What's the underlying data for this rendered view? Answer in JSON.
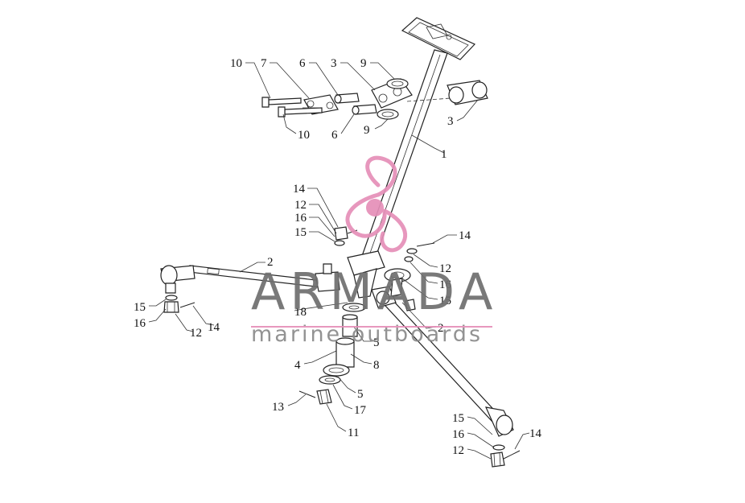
{
  "diagram": {
    "type": "exploded-parts-view",
    "callouts": [
      {
        "id": "c1",
        "label": "1"
      },
      {
        "id": "c2a",
        "label": "2"
      },
      {
        "id": "c2b",
        "label": "2"
      },
      {
        "id": "c3a",
        "label": "3"
      },
      {
        "id": "c3b",
        "label": "3"
      },
      {
        "id": "c4",
        "label": "4"
      },
      {
        "id": "c5a",
        "label": "5"
      },
      {
        "id": "c5b",
        "label": "5"
      },
      {
        "id": "c6a",
        "label": "6"
      },
      {
        "id": "c6b",
        "label": "6"
      },
      {
        "id": "c7",
        "label": "7"
      },
      {
        "id": "c8",
        "label": "8"
      },
      {
        "id": "c9a",
        "label": "9"
      },
      {
        "id": "c9b",
        "label": "9"
      },
      {
        "id": "c10a",
        "label": "10"
      },
      {
        "id": "c10b",
        "label": "10"
      },
      {
        "id": "c11",
        "label": "11"
      },
      {
        "id": "c12a",
        "label": "12"
      },
      {
        "id": "c12b",
        "label": "12"
      },
      {
        "id": "c12c",
        "label": "12"
      },
      {
        "id": "c12d",
        "label": "12"
      },
      {
        "id": "c13",
        "label": "13"
      },
      {
        "id": "c14a",
        "label": "14"
      },
      {
        "id": "c14b",
        "label": "14"
      },
      {
        "id": "c14c",
        "label": "14"
      },
      {
        "id": "c14d",
        "label": "14"
      },
      {
        "id": "c15a",
        "label": "15"
      },
      {
        "id": "c15b",
        "label": "15"
      },
      {
        "id": "c15c",
        "label": "15"
      },
      {
        "id": "c15d",
        "label": "15"
      },
      {
        "id": "c16a",
        "label": "16"
      },
      {
        "id": "c16b",
        "label": "16"
      },
      {
        "id": "c16c",
        "label": "16"
      },
      {
        "id": "c16d",
        "label": "16"
      },
      {
        "id": "c17",
        "label": "17"
      },
      {
        "id": "c18",
        "label": "18"
      }
    ]
  },
  "watermark": {
    "brand": "ARMADA",
    "tagline": "marine outboards",
    "logo_icon": "propeller-logo-icon",
    "logo_color": "#e58fb8",
    "text_color": "#6e6e6e"
  }
}
